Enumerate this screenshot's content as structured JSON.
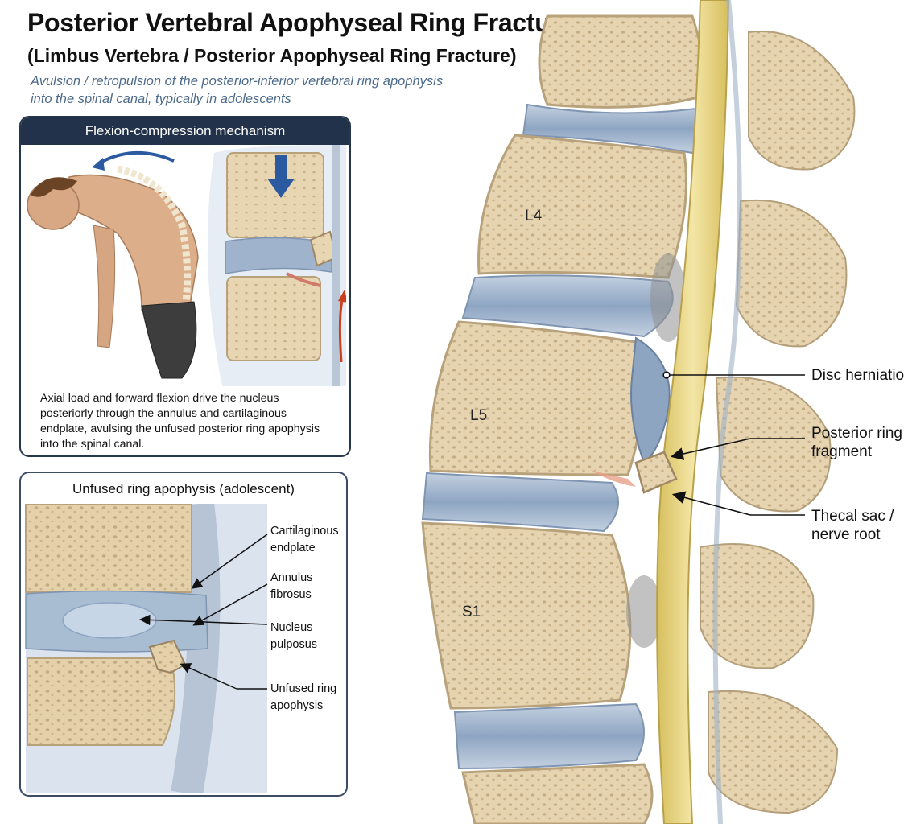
{
  "header": {
    "title": "Posterior Vertebral Apophyseal Ring Fracture",
    "subtitle": "(Limbus Vertebra / Posterior Apophyseal Ring Fracture)",
    "description": "Avulsion / retropulsion of the posterior-inferior vertebral ring apophysis\ninto the spinal canal, typically in adolescents"
  },
  "panel_mechanism": {
    "title": "Flexion-compression mechanism",
    "caption": "Axial load and forward flexion drive the nucleus posteriorly through the annulus and cartilaginous endplate, avulsing the unfused posterior ring apophysis into the spinal canal."
  },
  "panel_apophysis": {
    "title": "Unfused ring apophysis (adolescent)",
    "labels": {
      "cartilaginous_endplate": "Cartilaginous\nendplate",
      "annulus_fibrosus": "Annulus\nfibrosus",
      "nucleus_pulposus": "Nucleus\npulposus",
      "unfused_ring_apophysis": "Unfused ring\napophysis"
    }
  },
  "main_diagram": {
    "levels": {
      "l4": "L4",
      "l5": "L5",
      "s1": "S1"
    },
    "labels": {
      "disc_herniation": "Disc herniatio",
      "posterior_ring_fragment": "Posterior ring\nfragment",
      "thecal_sac": "Thecal sac /\nnerve root"
    }
  },
  "colors": {
    "bone": "#e7d6b4",
    "bone_edge": "#c9b48e",
    "disc": "#9fb3cc",
    "cord": "#e2cf7c",
    "header_bg": "#22324a",
    "arrow_blue": "#2b5aa0",
    "arrow_red": "#c8401e"
  }
}
